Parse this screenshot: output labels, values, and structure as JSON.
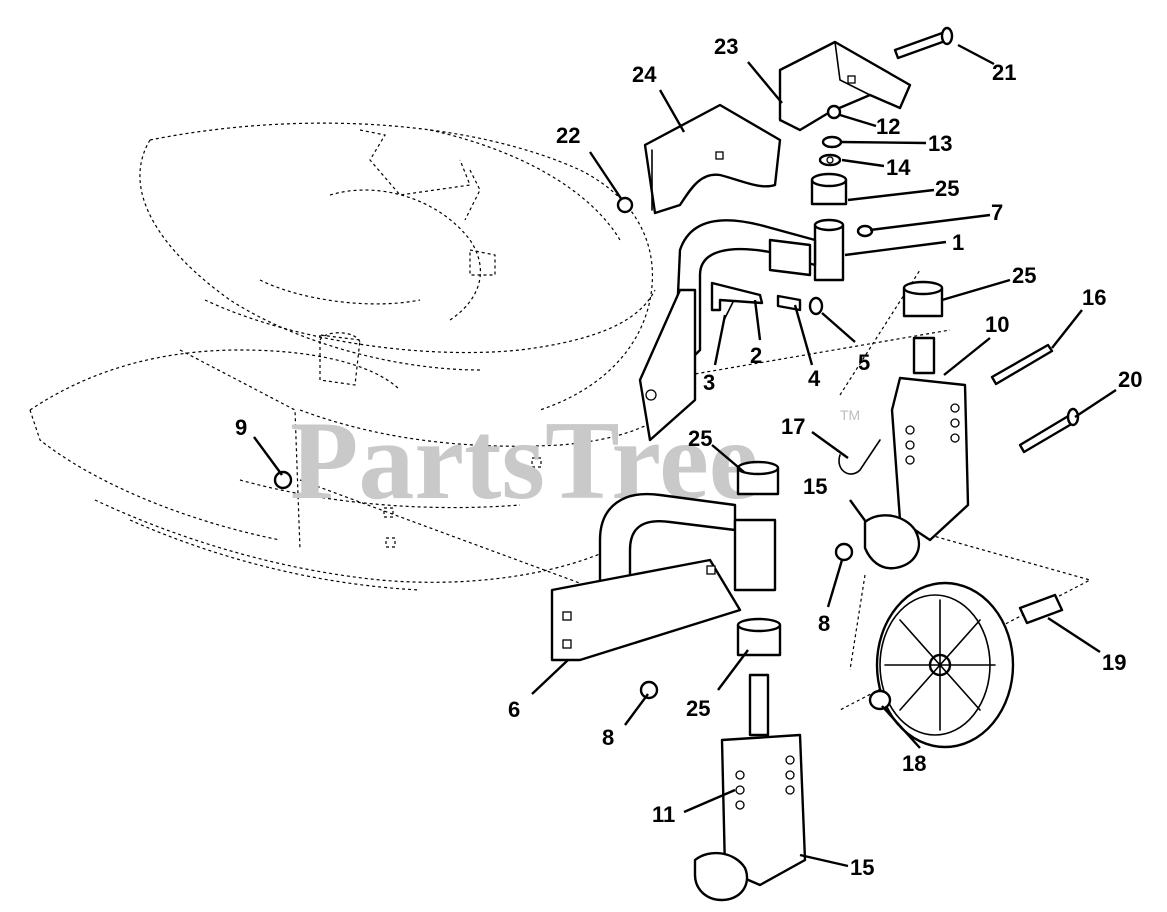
{
  "watermark": {
    "text": "PartsTree",
    "trademark": "TM"
  },
  "callouts": [
    {
      "id": "c1",
      "label": "1"
    },
    {
      "id": "c2",
      "label": "2"
    },
    {
      "id": "c3",
      "label": "3"
    },
    {
      "id": "c4",
      "label": "4"
    },
    {
      "id": "c5",
      "label": "5"
    },
    {
      "id": "c6",
      "label": "6"
    },
    {
      "id": "c7",
      "label": "7"
    },
    {
      "id": "c8a",
      "label": "8"
    },
    {
      "id": "c8b",
      "label": "8"
    },
    {
      "id": "c9",
      "label": "9"
    },
    {
      "id": "c10",
      "label": "10"
    },
    {
      "id": "c11",
      "label": "11"
    },
    {
      "id": "c12",
      "label": "12"
    },
    {
      "id": "c13",
      "label": "13"
    },
    {
      "id": "c14",
      "label": "14"
    },
    {
      "id": "c15a",
      "label": "15"
    },
    {
      "id": "c15b",
      "label": "15"
    },
    {
      "id": "c16",
      "label": "16"
    },
    {
      "id": "c17",
      "label": "17"
    },
    {
      "id": "c18",
      "label": "18"
    },
    {
      "id": "c19",
      "label": "19"
    },
    {
      "id": "c20",
      "label": "20"
    },
    {
      "id": "c21",
      "label": "21"
    },
    {
      "id": "c22",
      "label": "22"
    },
    {
      "id": "c23",
      "label": "23"
    },
    {
      "id": "c24",
      "label": "24"
    },
    {
      "id": "c25a",
      "label": "25"
    },
    {
      "id": "c25b",
      "label": "25"
    },
    {
      "id": "c25c",
      "label": "25"
    },
    {
      "id": "c25d",
      "label": "25"
    }
  ]
}
